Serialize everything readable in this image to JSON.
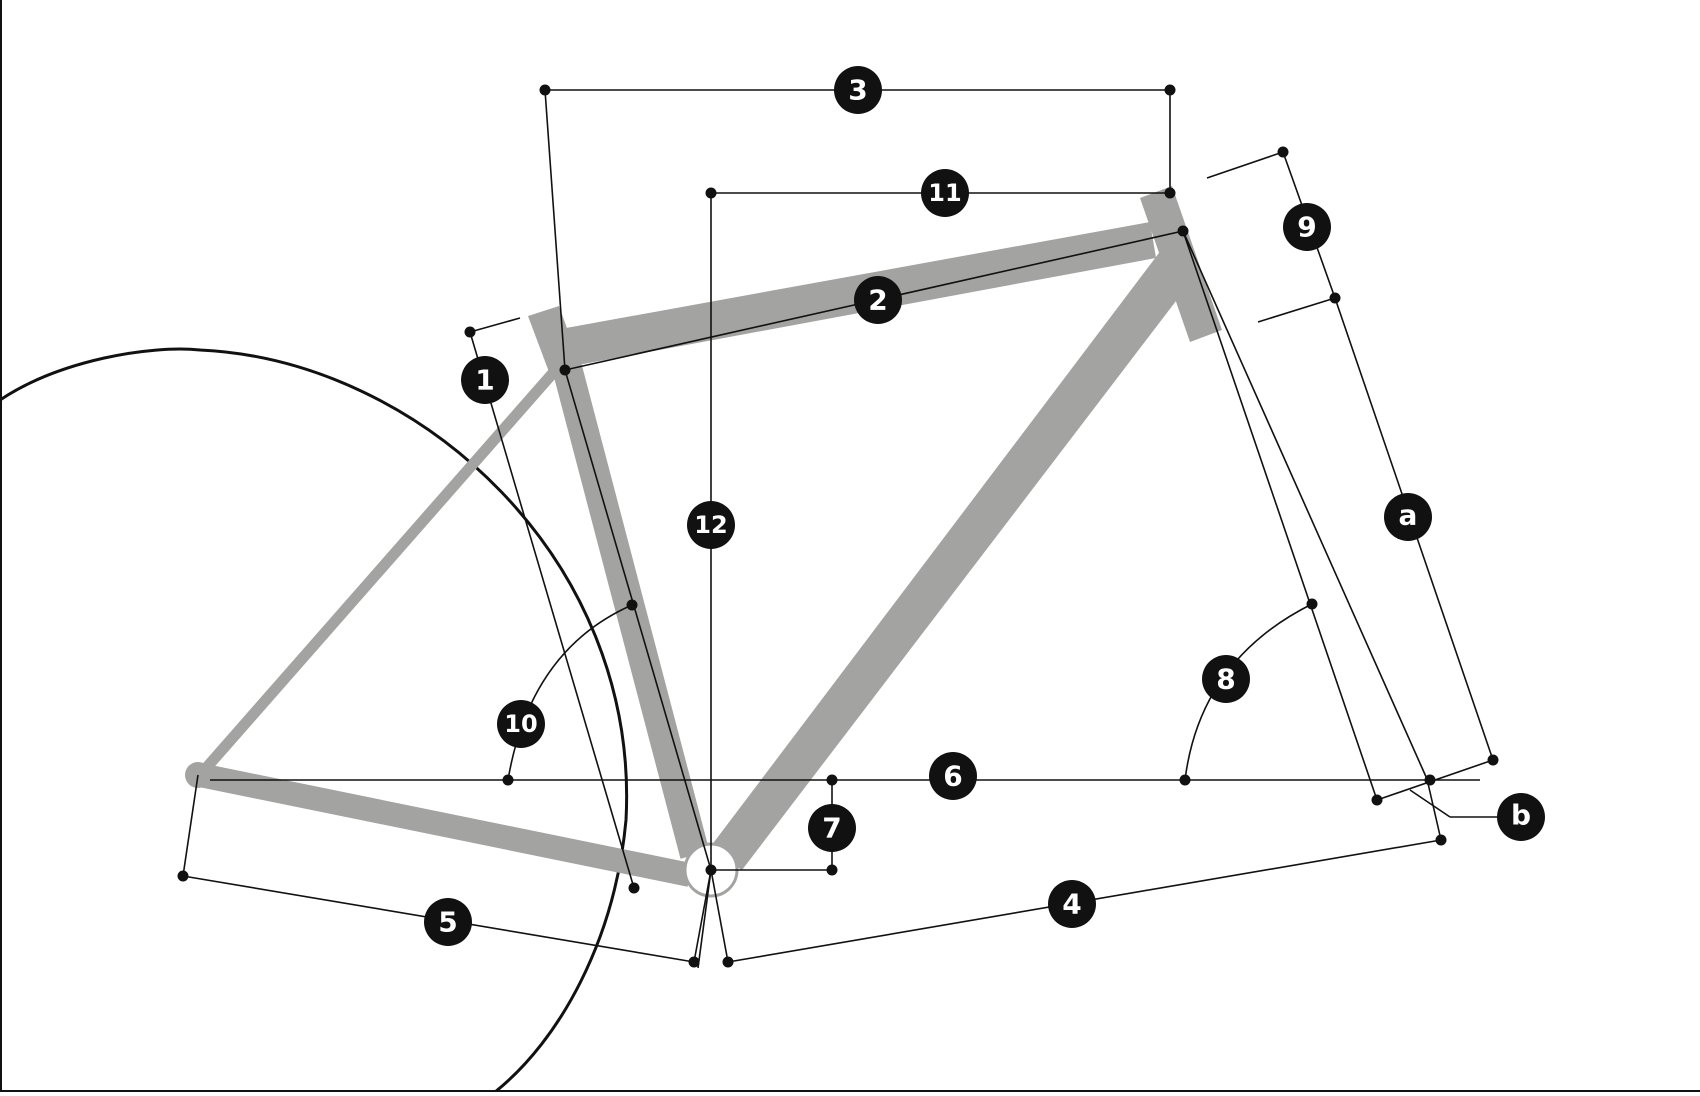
{
  "labels": {
    "l1": "1",
    "l2": "2",
    "l3": "3",
    "l4": "4",
    "l5": "5",
    "l6": "6",
    "l7": "7",
    "l8": "8",
    "l9": "9",
    "l10": "10",
    "l11": "11",
    "l12": "12",
    "la": "a",
    "lb": "b"
  },
  "colors": {
    "frame": "#a3a4a1",
    "ink": "#111111",
    "badge": "#111111",
    "background": "#ffffff"
  }
}
